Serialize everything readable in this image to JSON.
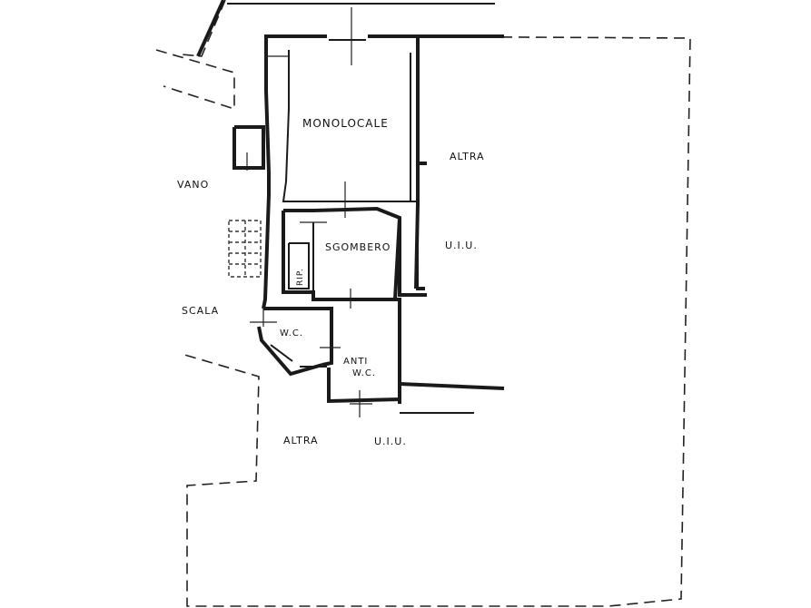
{
  "labels": {
    "monolocale": "MONOLOCALE",
    "altra_top": "ALTRA",
    "uiu_right": "U.I.U.",
    "vano": "VANO",
    "sgombero": "SGOMBERO",
    "rip": "RIP.",
    "scala": "SCALA",
    "wc": "W.C.",
    "anti": "ANTI",
    "anti_wc": "W.C.",
    "altra_bottom": "ALTRA",
    "uiu_bottom": "U.I.U."
  }
}
